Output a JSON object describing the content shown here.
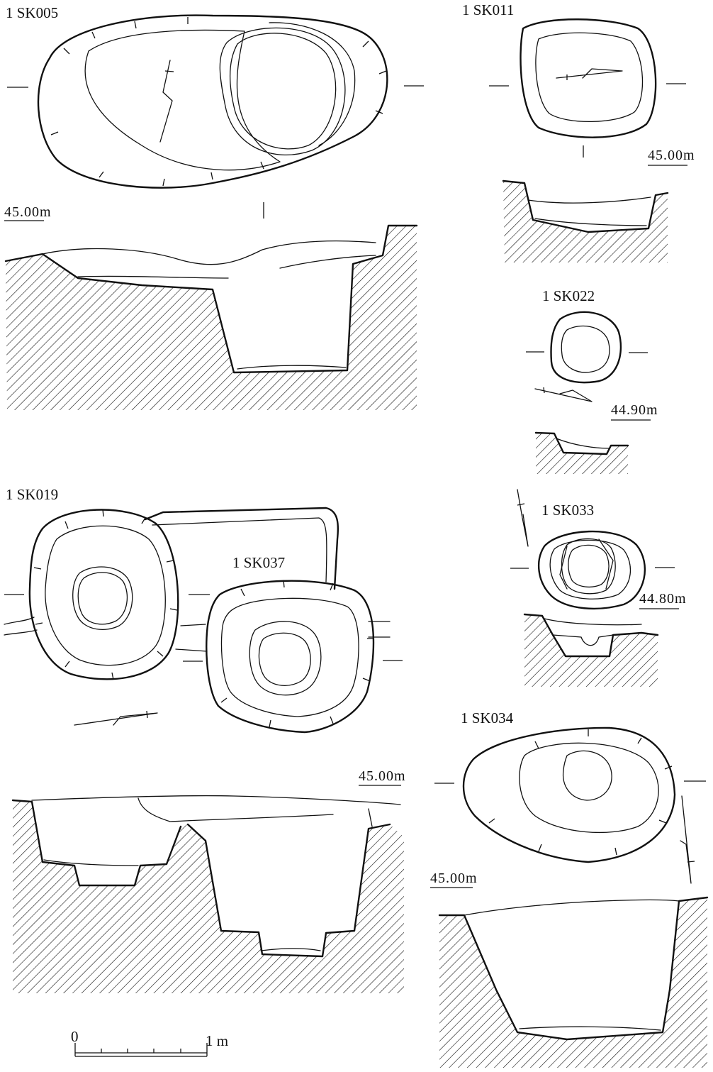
{
  "features": [
    {
      "id": "sk005",
      "label": "1 SK005",
      "elevation": "45.00m"
    },
    {
      "id": "sk011",
      "label": "1 SK011",
      "elevation": "45.00m"
    },
    {
      "id": "sk022",
      "label": "1 SK022",
      "elevation": "44.90m"
    },
    {
      "id": "sk019",
      "label": "1 SK019",
      "elevation": "45.00m"
    },
    {
      "id": "sk037",
      "label": "1 SK037"
    },
    {
      "id": "sk033",
      "label": "1 SK033",
      "elevation": "44.80m"
    },
    {
      "id": "sk034",
      "label": "1 SK034",
      "elevation": "45.00m"
    }
  ],
  "scale_bar": {
    "start": "0",
    "end": "1 m"
  }
}
